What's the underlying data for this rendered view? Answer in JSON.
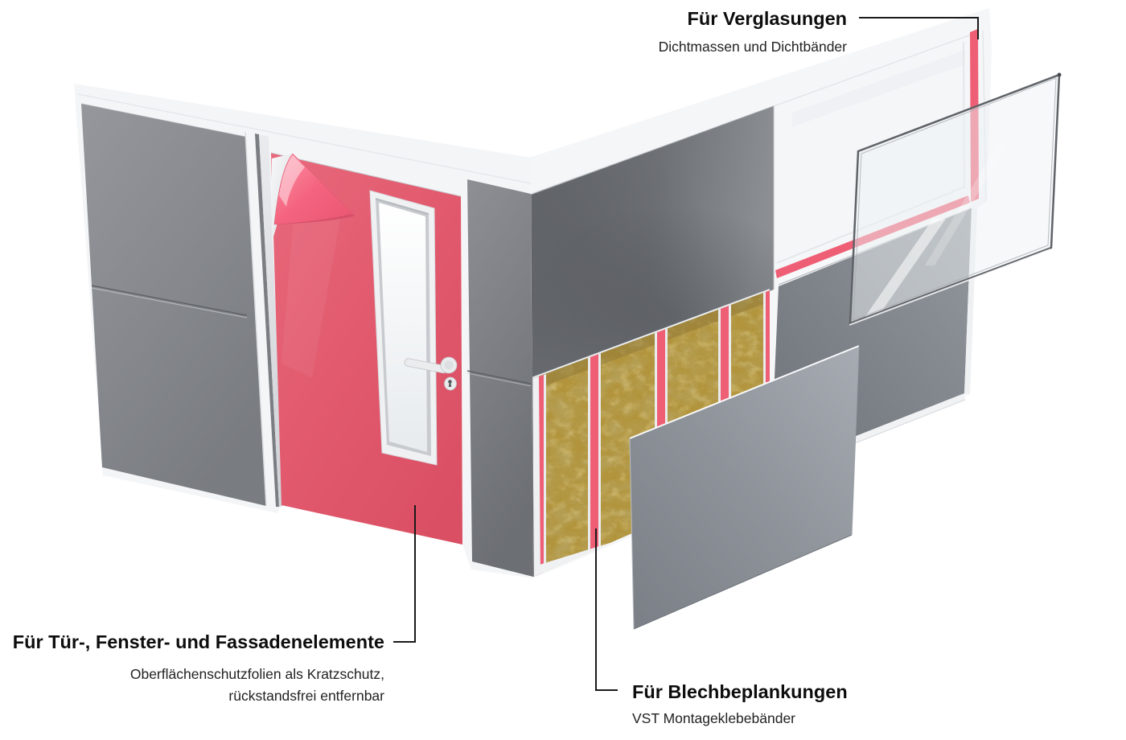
{
  "annotations": {
    "glazing": {
      "title": "Für Verglasungen",
      "subtitle": "Dichtmassen und Dichtbänder"
    },
    "elements": {
      "title": "Für Tür-, Fenster- und Fassadenelemente",
      "subtitle_line1": "Oberflächenschutzfolien als Kratzschutz,",
      "subtitle_line2": "rückstandsfrei entfernbar"
    },
    "cladding": {
      "title": "Für Blechbeplankungen",
      "subtitle": "VST Montageklebebänder"
    }
  },
  "colors": {
    "accent_pink": "#ee5f75",
    "door_pink": "#e2596b",
    "film_pink": "#f97f97",
    "insulation_ochre": "#b2943c",
    "panel_gray": "#84888e",
    "frame_white": "#f5f6f8",
    "leader_line": "#1a1a1a",
    "background": "#ffffff",
    "text": "#0d0d0d"
  }
}
